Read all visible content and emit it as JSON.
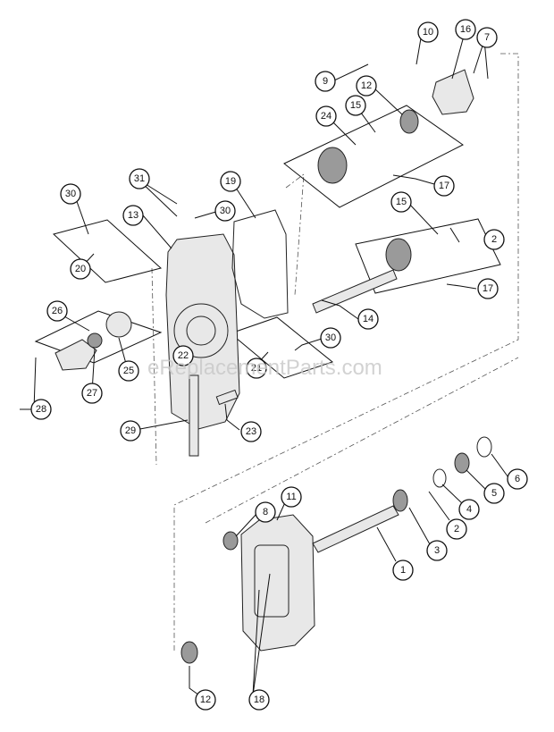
{
  "watermark": "eReplacementParts.com",
  "callouts": [
    {
      "id": "c1",
      "label": "1"
    },
    {
      "id": "c2a",
      "label": "2"
    },
    {
      "id": "c2b",
      "label": "2"
    },
    {
      "id": "c3",
      "label": "3"
    },
    {
      "id": "c4",
      "label": "4"
    },
    {
      "id": "c5",
      "label": "5"
    },
    {
      "id": "c6",
      "label": "6"
    },
    {
      "id": "c7",
      "label": "7"
    },
    {
      "id": "c8",
      "label": "8"
    },
    {
      "id": "c9",
      "label": "9"
    },
    {
      "id": "c10",
      "label": "10"
    },
    {
      "id": "c11",
      "label": "11"
    },
    {
      "id": "c12a",
      "label": "12"
    },
    {
      "id": "c12b",
      "label": "12"
    },
    {
      "id": "c13",
      "label": "13"
    },
    {
      "id": "c14",
      "label": "14"
    },
    {
      "id": "c15a",
      "label": "15"
    },
    {
      "id": "c15b",
      "label": "15"
    },
    {
      "id": "c16",
      "label": "16"
    },
    {
      "id": "c17a",
      "label": "17"
    },
    {
      "id": "c17b",
      "label": "17"
    },
    {
      "id": "c18",
      "label": "18"
    },
    {
      "id": "c19",
      "label": "19"
    },
    {
      "id": "c20",
      "label": "20"
    },
    {
      "id": "c21",
      "label": "21"
    },
    {
      "id": "c22",
      "label": "22"
    },
    {
      "id": "c23",
      "label": "23"
    },
    {
      "id": "c24",
      "label": "24"
    },
    {
      "id": "c25",
      "label": "25"
    },
    {
      "id": "c26",
      "label": "26"
    },
    {
      "id": "c27",
      "label": "27"
    },
    {
      "id": "c28",
      "label": "28"
    },
    {
      "id": "c29",
      "label": "29"
    },
    {
      "id": "c30a",
      "label": "30"
    },
    {
      "id": "c30b",
      "label": "30"
    },
    {
      "id": "c30c",
      "label": "30"
    },
    {
      "id": "c31",
      "label": "31"
    }
  ]
}
